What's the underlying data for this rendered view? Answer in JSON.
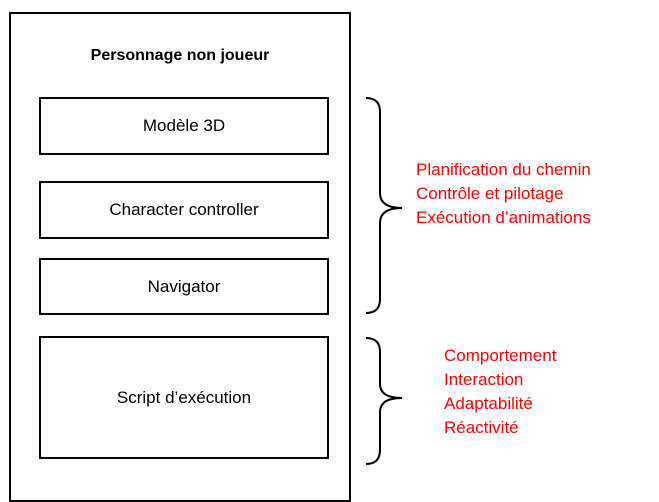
{
  "diagram": {
    "title": "Personnage non joueur",
    "components": [
      {
        "label": "Modèle 3D"
      },
      {
        "label": "Character controller"
      },
      {
        "label": "Navigator"
      },
      {
        "label": "Script d’exécution"
      }
    ],
    "groups": [
      {
        "items": [
          "Planification du chemin",
          "Contrôle et pilotage",
          "Exécution d’animations"
        ]
      },
      {
        "items": [
          "Comportement",
          "Interaction",
          "Adaptabilité",
          "Réactivité"
        ]
      }
    ],
    "colors": {
      "annotation_text": "#ff0000",
      "lines": "#000000"
    }
  }
}
